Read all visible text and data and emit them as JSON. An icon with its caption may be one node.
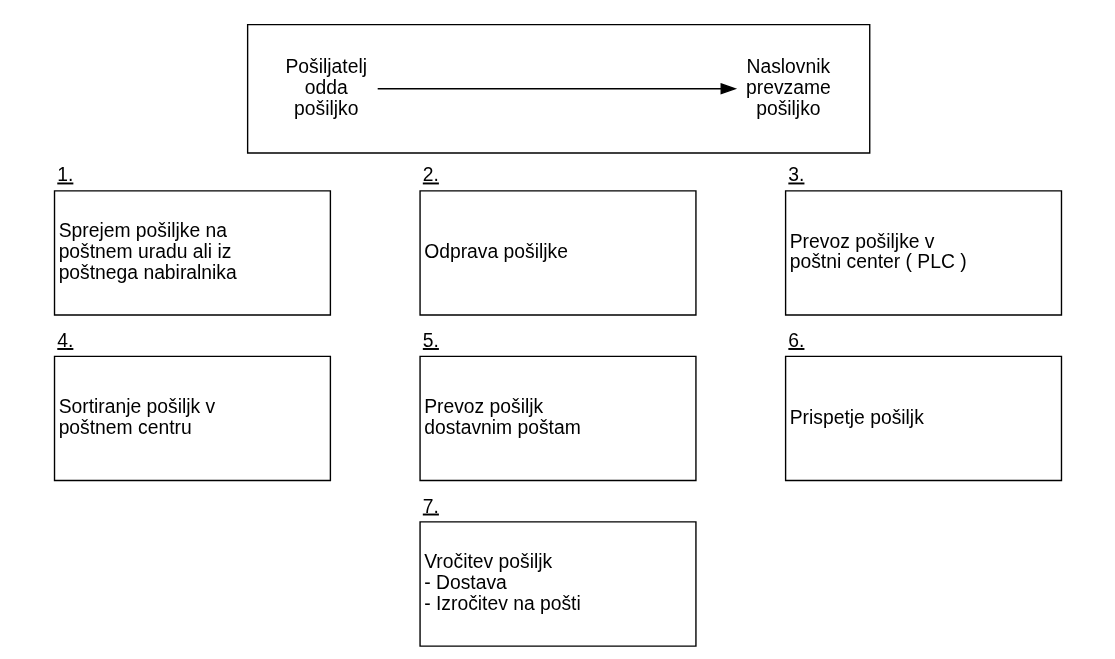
{
  "diagram": {
    "nodes": [
      {
        "text": [],
        "shape": "box"
      },
      {
        "text": [
          "Pošiljatelj odda pošiljko"
        ],
        "in": 0
      },
      {
        "text": [
          "Naslovnik prevzame pošiljko"
        ],
        "in": 0
      },
      {
        "text": [
          "1.",
          "Sprejem pošiljke na poštnem uradu ali iz poštnega nabiralnika"
        ]
      },
      {
        "text": [
          "2.",
          "Odprava pošiljke"
        ]
      },
      {
        "text": [
          "3.",
          "Prevoz pošiljke v poštni center ( PLC )"
        ]
      },
      {
        "text": [
          "4.",
          "Sortiranje pošiljk v poštnem centru"
        ]
      },
      {
        "text": [
          "5.",
          "Prevoz pošiljk dostavnim poštam"
        ]
      },
      {
        "text": [
          "6.",
          "Prispetje pošiljk"
        ]
      },
      {
        "text": [
          "7.",
          "Vročitev pošiljk",
          "- Dostava",
          "- Izročitev na pošti"
        ]
      }
    ],
    "edges": [
      {
        "from": 1,
        "to": 2,
        "arrow": "to"
      }
    ]
  }
}
